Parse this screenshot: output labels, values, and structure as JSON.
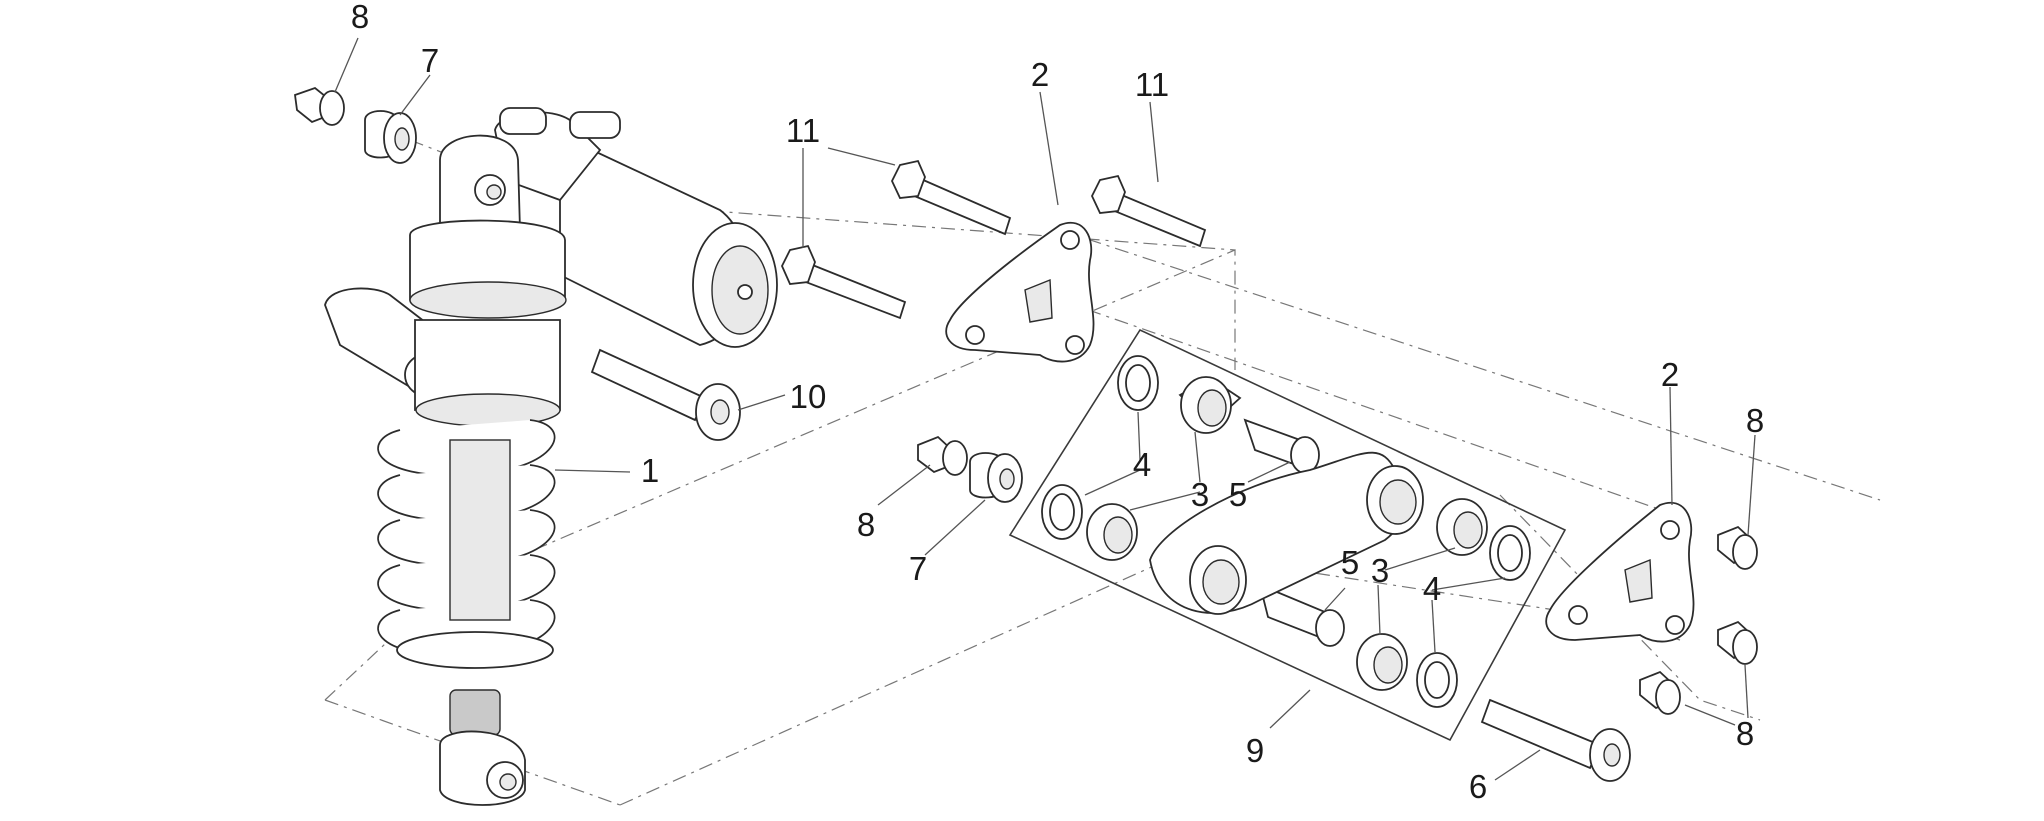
{
  "diagram": {
    "callouts": [
      {
        "id": "c8a",
        "text": "8"
      },
      {
        "id": "c7a",
        "text": "7"
      },
      {
        "id": "c2a",
        "text": "2"
      },
      {
        "id": "c11a",
        "text": "11"
      },
      {
        "id": "c11b",
        "text": "11"
      },
      {
        "id": "c10",
        "text": "10"
      },
      {
        "id": "c1",
        "text": "1"
      },
      {
        "id": "c4a",
        "text": "4"
      },
      {
        "id": "c3a",
        "text": "3"
      },
      {
        "id": "c5a",
        "text": "5"
      },
      {
        "id": "c8b",
        "text": "8"
      },
      {
        "id": "c7b",
        "text": "7"
      },
      {
        "id": "c2b",
        "text": "2"
      },
      {
        "id": "c8c",
        "text": "8"
      },
      {
        "id": "c5b",
        "text": "5"
      },
      {
        "id": "c3b",
        "text": "3"
      },
      {
        "id": "c4b",
        "text": "4"
      },
      {
        "id": "c9",
        "text": "9"
      },
      {
        "id": "c8d",
        "text": "8"
      },
      {
        "id": "c6",
        "text": "6"
      }
    ]
  }
}
